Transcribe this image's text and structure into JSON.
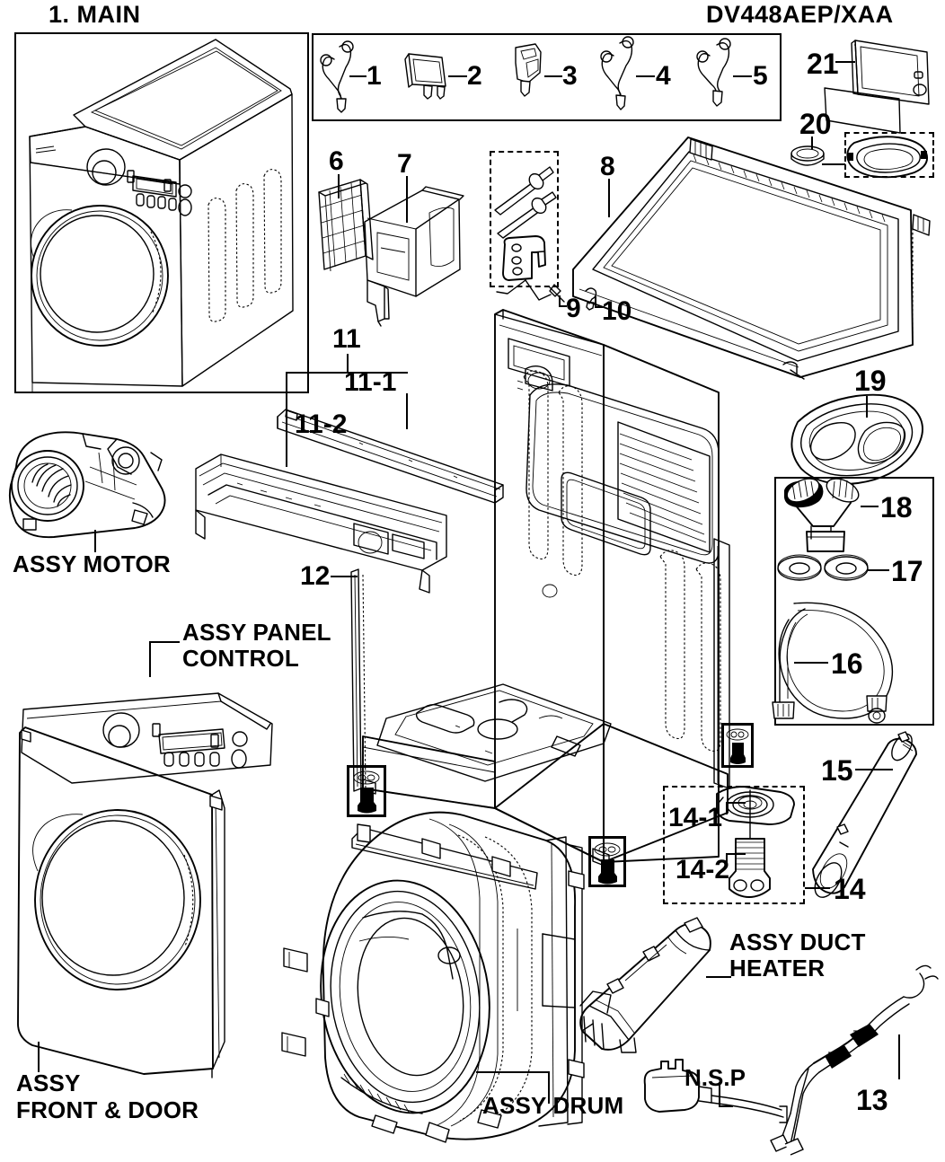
{
  "header": {
    "section_title": "1. MAIN",
    "model_number": "DV448AEP/XAA"
  },
  "callouts": [
    {
      "id": "1",
      "label": "1"
    },
    {
      "id": "2",
      "label": "2"
    },
    {
      "id": "3",
      "label": "3"
    },
    {
      "id": "4",
      "label": "4"
    },
    {
      "id": "5",
      "label": "5"
    },
    {
      "id": "6",
      "label": "6"
    },
    {
      "id": "7",
      "label": "7"
    },
    {
      "id": "8",
      "label": "8"
    },
    {
      "id": "9",
      "label": "9"
    },
    {
      "id": "10",
      "label": "10"
    },
    {
      "id": "11",
      "label": "11"
    },
    {
      "id": "11-1",
      "label": "11-1"
    },
    {
      "id": "11-2",
      "label": "11-2"
    },
    {
      "id": "12",
      "label": "12"
    },
    {
      "id": "13",
      "label": "13"
    },
    {
      "id": "14",
      "label": "14"
    },
    {
      "id": "14-1",
      "label": "14-1"
    },
    {
      "id": "14-2",
      "label": "14-2"
    },
    {
      "id": "15",
      "label": "15"
    },
    {
      "id": "16",
      "label": "16"
    },
    {
      "id": "17",
      "label": "17"
    },
    {
      "id": "18",
      "label": "18"
    },
    {
      "id": "19",
      "label": "19"
    },
    {
      "id": "20",
      "label": "20"
    },
    {
      "id": "21",
      "label": "21"
    }
  ],
  "assembly_labels": {
    "motor": "ASSY MOTOR",
    "panel_control_line1": "ASSY PANEL",
    "panel_control_line2": "CONTROL",
    "front_door_line1": "ASSY",
    "front_door_line2": "FRONT & DOOR",
    "drum": "ASSY DRUM",
    "duct_heater_line1": "ASSY DUCT",
    "duct_heater_line2": "HEATER",
    "nsp": "N.S.P"
  },
  "colors": {
    "ink": "#000000",
    "paper": "#ffffff"
  }
}
